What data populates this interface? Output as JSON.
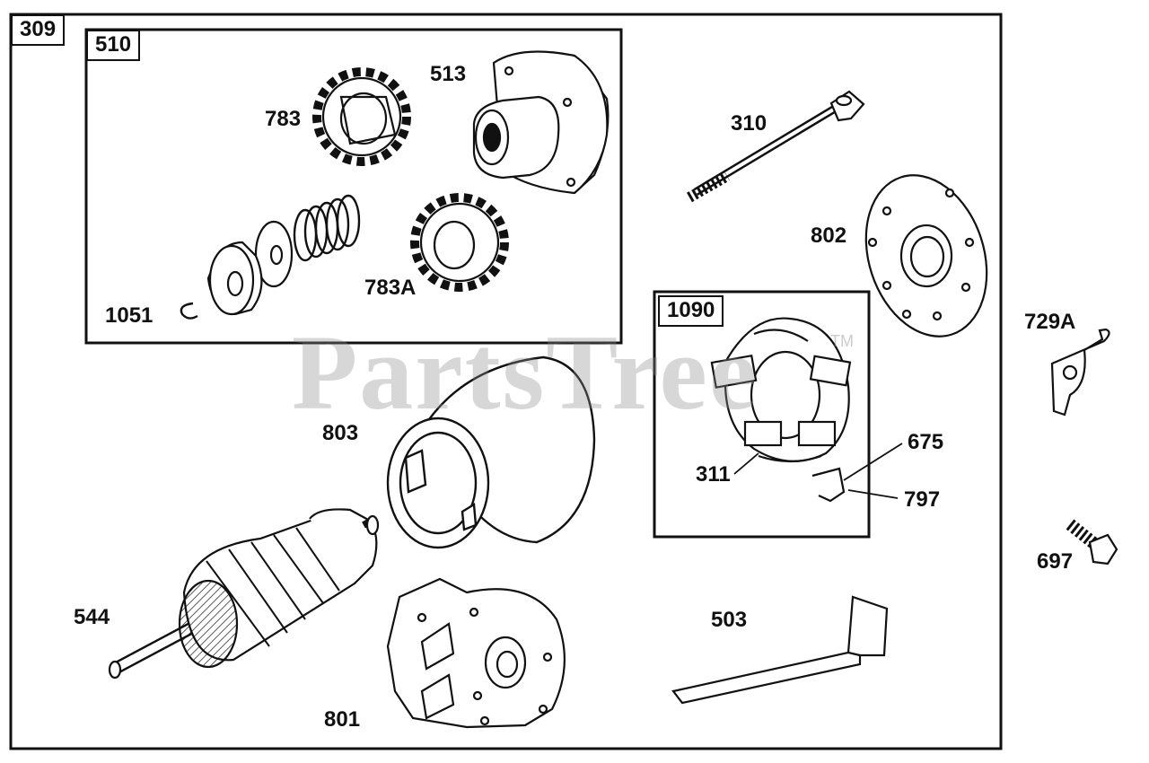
{
  "watermark": {
    "text": "PartsTree",
    "trademark": "TM"
  },
  "groups": {
    "outer": "309",
    "drive_kit": "510",
    "brush_kit": "1090"
  },
  "parts": {
    "p310": "310",
    "p311": "311",
    "p503": "503",
    "p513": "513",
    "p544": "544",
    "p675": "675",
    "p697": "697",
    "p729A": "729A",
    "p783": "783",
    "p783A": "783A",
    "p797": "797",
    "p801": "801",
    "p802": "802",
    "p803": "803",
    "p1051": "1051"
  }
}
